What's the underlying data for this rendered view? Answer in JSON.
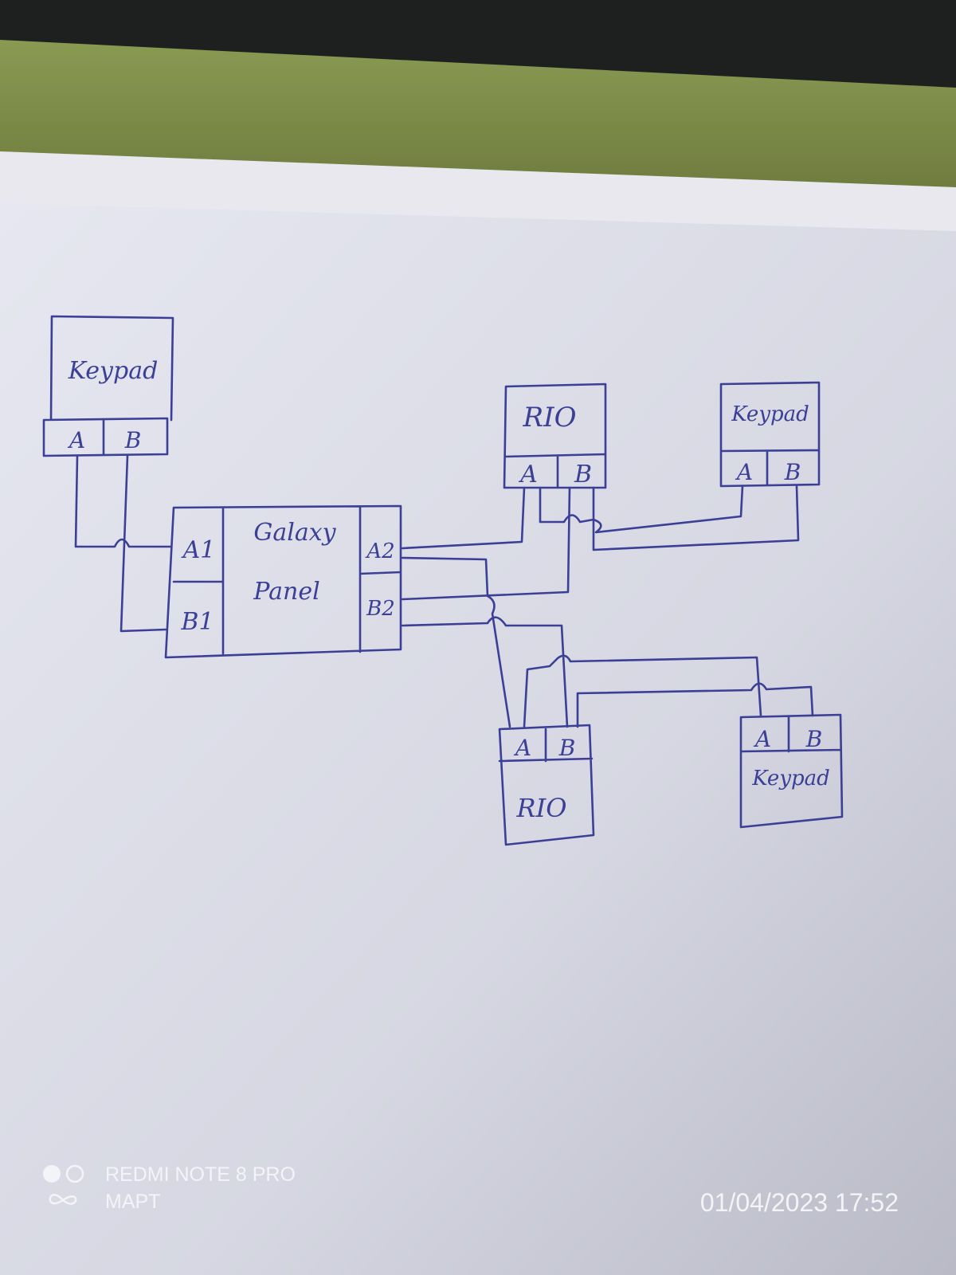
{
  "diagram": {
    "keypad_left": {
      "label": "Keypad",
      "port_a": "A",
      "port_b": "B"
    },
    "panel": {
      "line1": "Galaxy",
      "line2": "Panel",
      "a1": "A1",
      "b1": "B1",
      "a2": "A2",
      "b2": "B2"
    },
    "rio_top": {
      "label": "RIO",
      "port_a": "A",
      "port_b": "B"
    },
    "keypad_top_right": {
      "label": "Keypad",
      "port_a": "A",
      "port_b": "B"
    },
    "rio_bottom": {
      "label": "RIO",
      "port_a": "A",
      "port_b": "B"
    },
    "keypad_bottom_right": {
      "label": "Keypad",
      "port_a": "A",
      "port_b": "B"
    }
  },
  "watermark": {
    "device": "REDMI NOTE 8 PRO",
    "subtitle": "MAPT",
    "timestamp": "01/04/2023 17:52"
  },
  "colors": {
    "ink": "#3b3f95",
    "paper": "#d8d9e3",
    "board": "#7d8b4a"
  }
}
